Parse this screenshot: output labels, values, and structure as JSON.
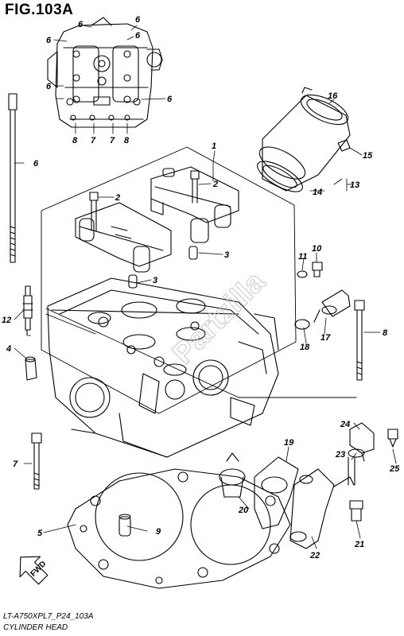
{
  "figure": {
    "title": "FIG.103A",
    "footer_code": "LT-A750XPL7_P24_103A",
    "footer_name": "CYLINDER HEAD",
    "watermark": "Partzilla",
    "fwd_label": "FWD"
  },
  "callouts": [
    {
      "id": "c1",
      "label": "1"
    },
    {
      "id": "c2a",
      "label": "2"
    },
    {
      "id": "c2b",
      "label": "2"
    },
    {
      "id": "c3a",
      "label": "3"
    },
    {
      "id": "c3b",
      "label": "3"
    },
    {
      "id": "c4",
      "label": "4"
    },
    {
      "id": "c5",
      "label": "5"
    },
    {
      "id": "c6a",
      "label": "6"
    },
    {
      "id": "c6b",
      "label": "6"
    },
    {
      "id": "c6c",
      "label": "6"
    },
    {
      "id": "c6d",
      "label": "6"
    },
    {
      "id": "c6e",
      "label": "6"
    },
    {
      "id": "c6f",
      "label": "6"
    },
    {
      "id": "c6g",
      "label": "6"
    },
    {
      "id": "c7a",
      "label": "7"
    },
    {
      "id": "c7b",
      "label": "7"
    },
    {
      "id": "c7c",
      "label": "7"
    },
    {
      "id": "c8a",
      "label": "8"
    },
    {
      "id": "c8b",
      "label": "8"
    },
    {
      "id": "c8c",
      "label": "8"
    },
    {
      "id": "c9",
      "label": "9"
    },
    {
      "id": "c10",
      "label": "10"
    },
    {
      "id": "c11",
      "label": "11"
    },
    {
      "id": "c12",
      "label": "12"
    },
    {
      "id": "c13",
      "label": "13"
    },
    {
      "id": "c14",
      "label": "14"
    },
    {
      "id": "c15",
      "label": "15"
    },
    {
      "id": "c16",
      "label": "16"
    },
    {
      "id": "c17",
      "label": "17"
    },
    {
      "id": "c18",
      "label": "18"
    },
    {
      "id": "c19",
      "label": "19"
    },
    {
      "id": "c20",
      "label": "20"
    },
    {
      "id": "c21",
      "label": "21"
    },
    {
      "id": "c22",
      "label": "22"
    },
    {
      "id": "c23",
      "label": "23"
    },
    {
      "id": "c24",
      "label": "24"
    },
    {
      "id": "c25",
      "label": "25"
    }
  ]
}
